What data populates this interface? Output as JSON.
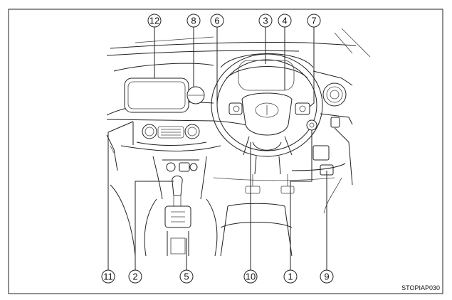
{
  "figure_code": "STOPIAP030",
  "callouts": [
    {
      "id": "c12",
      "label": "12"
    },
    {
      "id": "c8",
      "label": "8"
    },
    {
      "id": "c6",
      "label": "6"
    },
    {
      "id": "c3",
      "label": "3"
    },
    {
      "id": "c4",
      "label": "4"
    },
    {
      "id": "c7",
      "label": "7"
    },
    {
      "id": "c11",
      "label": "11"
    },
    {
      "id": "c2",
      "label": "2"
    },
    {
      "id": "c5",
      "label": "5"
    },
    {
      "id": "c10",
      "label": "10"
    },
    {
      "id": "c1",
      "label": "1"
    },
    {
      "id": "c9",
      "label": "9"
    }
  ]
}
